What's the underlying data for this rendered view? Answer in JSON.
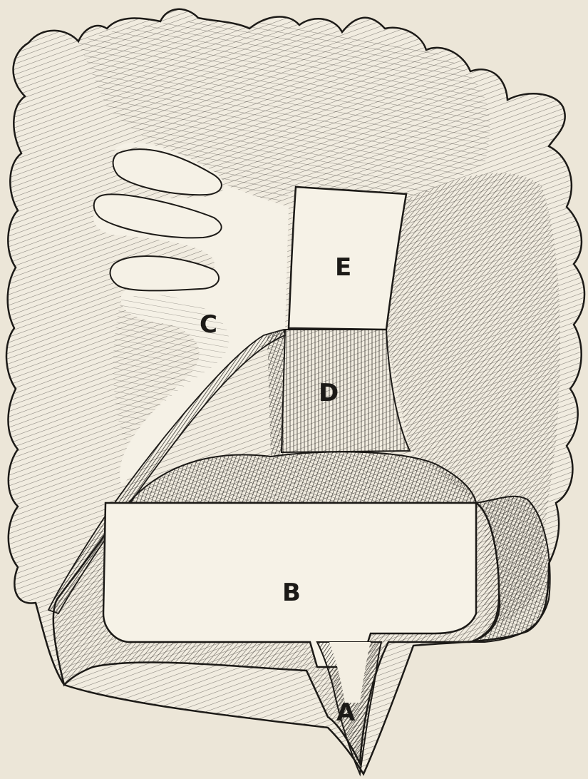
{
  "figure": {
    "labels": {
      "a": "A",
      "b": "B",
      "c": "C",
      "d": "D",
      "e": "E"
    },
    "colors": {
      "paper": "#ece6d8",
      "ink": "#1c1a17",
      "light_fill": "#f1ece0"
    }
  }
}
